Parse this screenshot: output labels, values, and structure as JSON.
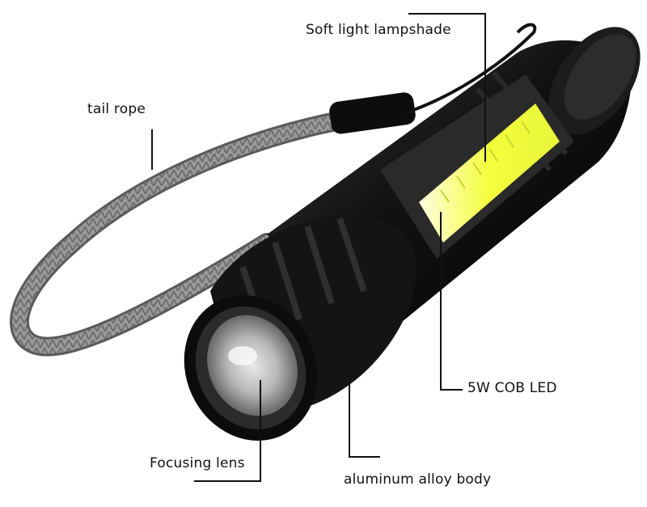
{
  "callouts": {
    "soft_light_lampshade": "Soft light lampshade",
    "tail_rope": "tail rope",
    "cob_led": "5W COB LED",
    "focusing_lens": "Focusing lens",
    "aluminum_alloy_body": "aluminum alloy body"
  },
  "colors": {
    "background": "#ffffff",
    "body": "#141414",
    "led": "#f6ff4a",
    "rope": "#8c8c8c",
    "callout_line": "#111111"
  }
}
